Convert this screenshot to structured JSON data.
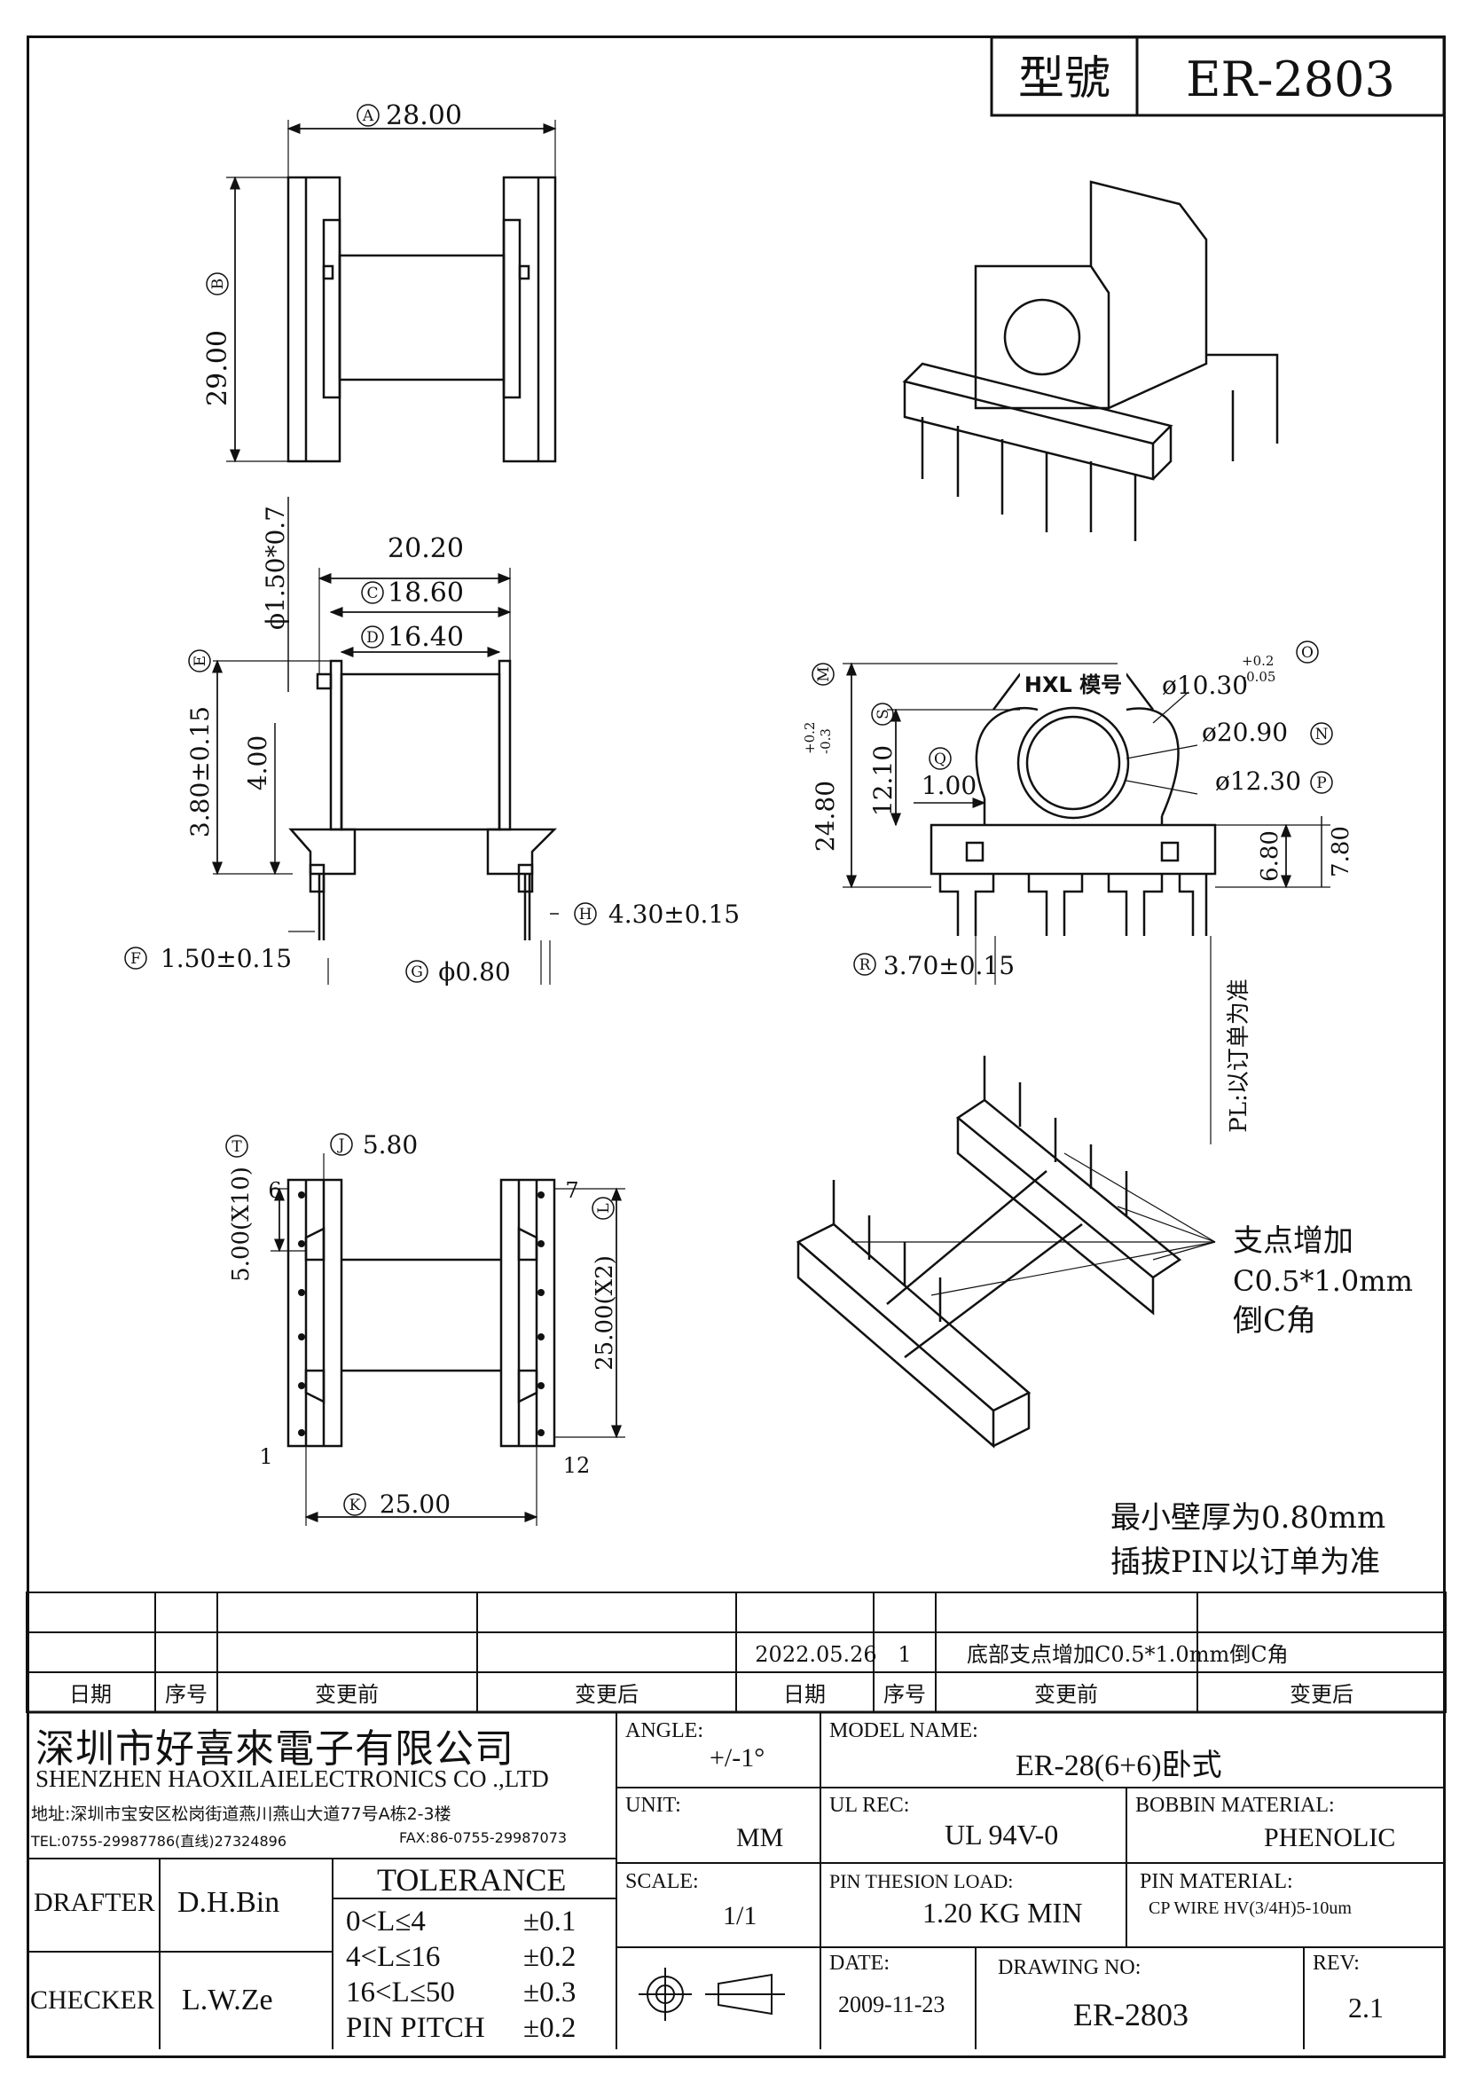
{
  "title_block": {
    "model_label": "型號",
    "model": "ER-2803"
  },
  "top_view": {
    "width_dim": "28.00",
    "width_tag": "A",
    "height_dim": "29.00",
    "height_tag": "B"
  },
  "side_view": {
    "dim_2020": "20.20",
    "dim_c": "18.60",
    "tag_c": "C",
    "dim_d": "16.40",
    "tag_d": "D",
    "dim_phi": "ϕ1.50*0.7",
    "dim_e": "3.80±0.15",
    "tag_e": "E",
    "dim_400": "4.00",
    "dim_h": "4.30±0.15",
    "tag_h": "H",
    "dim_f": "1.50±0.15",
    "tag_f": "F",
    "dim_g": "ϕ0.80",
    "tag_g": "G"
  },
  "front_view": {
    "logo": "HXL 模号",
    "dim_m": "24.80",
    "dim_m_tol_up": "+0.2",
    "dim_m_tol_dn": "-0.3",
    "tag_m": "M",
    "dim_s": "12.10",
    "tag_s": "S",
    "dim_q": "1.00",
    "tag_q": "Q",
    "dim_o": "ø10.30",
    "dim_o_tol_up": "+0.2",
    "dim_o_tol_dn": "-0.05",
    "tag_o": "O",
    "dim_n": "ø20.90",
    "tag_n": "N",
    "dim_p": "ø12.30",
    "tag_p": "P",
    "dim_680": "6.80",
    "dim_780": "7.80",
    "dim_r": "3.70±0.15",
    "tag_r": "R",
    "pl_note": "PL:以订单为准"
  },
  "bottom_view": {
    "dim_j": "5.80",
    "tag_j": "J",
    "tag_t": "T",
    "dim_pitch": "5.00(X10)",
    "dim_l": "25.00(X2)",
    "tag_l": "L",
    "dim_k": "25.00",
    "tag_k": "K",
    "pin_1": "1",
    "pin_6": "6",
    "pin_7": "7",
    "pin_12": "12"
  },
  "notes": {
    "support_1": "支点增加",
    "support_2": "C0.5*1.0mm",
    "support_3": "倒C角",
    "wall": "最小壁厚为0.80mm",
    "pin": "插拔PIN以订单为准"
  },
  "revision_table": {
    "row": {
      "date": "2022.05.26",
      "seq": "1",
      "change": "底部支点增加C0.5*1.0mm倒C角"
    },
    "headers": [
      "日期",
      "序号",
      "变更前",
      "变更后",
      "日期",
      "序号",
      "变更前",
      "变更后"
    ]
  },
  "company": {
    "name_cn": "深圳市好喜來電子有限公司",
    "name_en": "SHENZHEN HAOXILAIELECTRONICS CO .,LTD",
    "address": "地址:深圳市宝安区松岗街道燕川燕山大道77号A栋2-3楼",
    "tel": "TEL:0755-29987786(直线)27324896",
    "fax": "FAX:86-0755-29987073"
  },
  "info": {
    "angle_label": "ANGLE:",
    "angle": "+/-1°",
    "model_name_label": "MODEL NAME:",
    "model_name": "ER-28(6+6)卧式",
    "unit_label": "UNIT:",
    "unit": "MM",
    "ul_label": "UL REC:",
    "ul": "UL 94V-0",
    "bobbin_label": "BOBBIN MATERIAL:",
    "bobbin": "PHENOLIC",
    "scale_label": "SCALE:",
    "scale": "1/1",
    "pin_load_label": "PIN THESION LOAD:",
    "pin_load": "1.20 KG MIN",
    "pin_mat_label": "PIN MATERIAL:",
    "pin_mat": "CP WIRE HV(3/4H)5-10um",
    "date_label": "DATE:",
    "date": "2009-11-23",
    "drawing_no_label": "DRAWING NO:",
    "drawing_no": "ER-2803",
    "rev_label": "REV:",
    "rev": "2.1"
  },
  "people": {
    "drafter_label": "DRAFTER",
    "drafter": "D.H.Bin",
    "checker_label": "CHECKER",
    "checker": "L.W.Ze"
  },
  "tolerance": {
    "title": "TOLERANCE",
    "rows": [
      {
        "range": "0<L≤4",
        "value": "±0.1"
      },
      {
        "range": "4<L≤16",
        "value": "±0.2"
      },
      {
        "range": "16<L≤50",
        "value": "±0.3"
      },
      {
        "range": "PIN PITCH",
        "value": "±0.2"
      }
    ]
  }
}
